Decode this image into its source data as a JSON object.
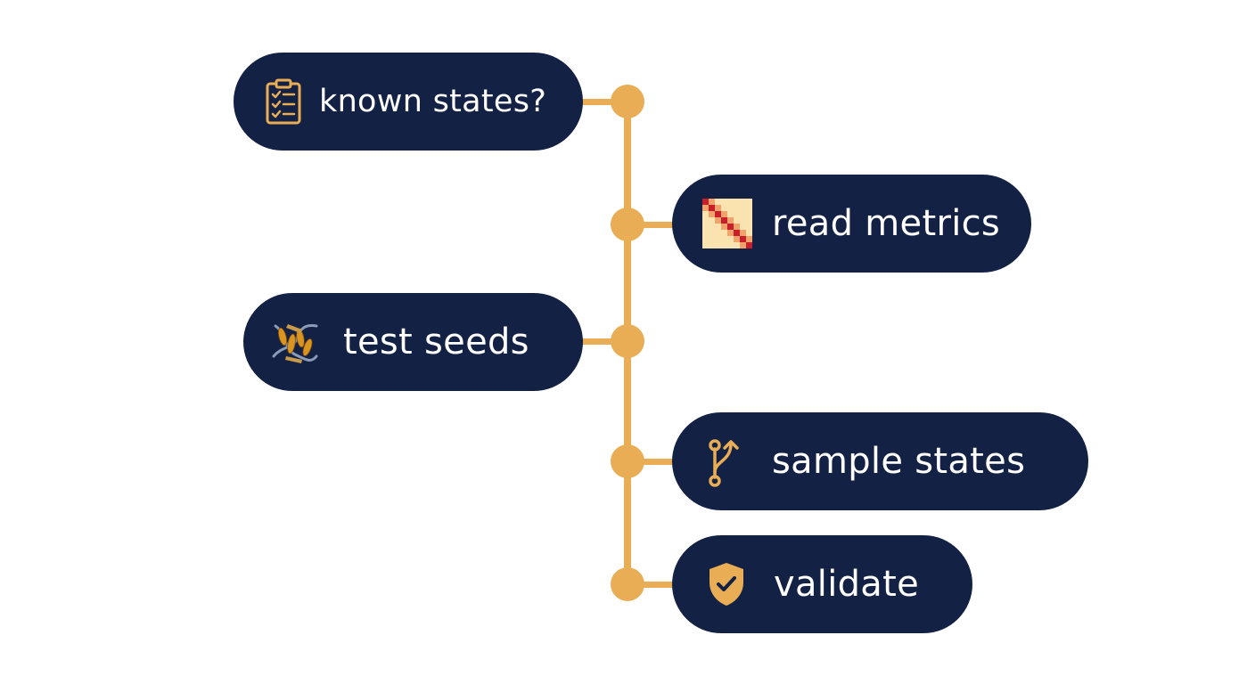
{
  "colors": {
    "pill": "#132145",
    "accent": "#e9ad55",
    "text": "#ffffff"
  },
  "steps": [
    {
      "label": "known states?",
      "icon": "clipboard-checklist-icon"
    },
    {
      "label": "read metrics",
      "icon": "contact-map-heatmap-icon"
    },
    {
      "label": "test seeds",
      "icon": "protein-structure-icon"
    },
    {
      "label": "sample states",
      "icon": "branch-fork-icon"
    },
    {
      "label": "validate",
      "icon": "shield-check-icon"
    }
  ]
}
